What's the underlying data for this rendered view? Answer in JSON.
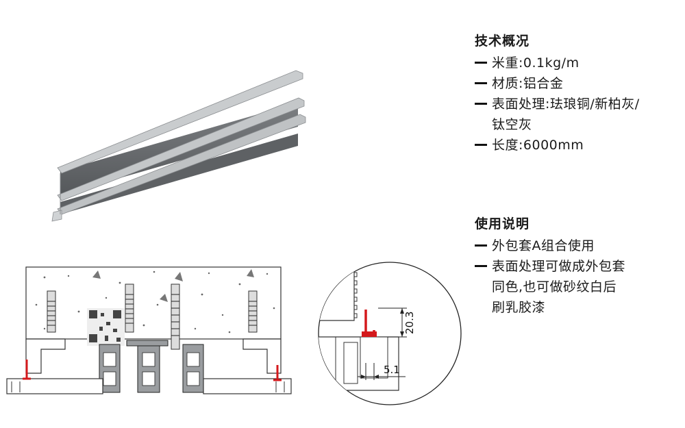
{
  "specs": {
    "heading": "技术概况",
    "items": [
      "米重:0.1kg/m",
      "材质:铝合金",
      "表面处理:珐琅铜/新柏灰/",
      "钛空灰",
      "长度:6000mm"
    ]
  },
  "usage": {
    "heading": "使用说明",
    "items": [
      "外包套A组合使用",
      "表面处理可做成外包套",
      "同色,也可做砂纹白后",
      "刷乳胶漆"
    ]
  },
  "detail": {
    "height_label": "20.3",
    "width_label": "5.1"
  },
  "colors": {
    "profile_highlight": "#d4191c",
    "aluminum": "#b9bcbf",
    "aluminum_dark": "#6f7275"
  }
}
